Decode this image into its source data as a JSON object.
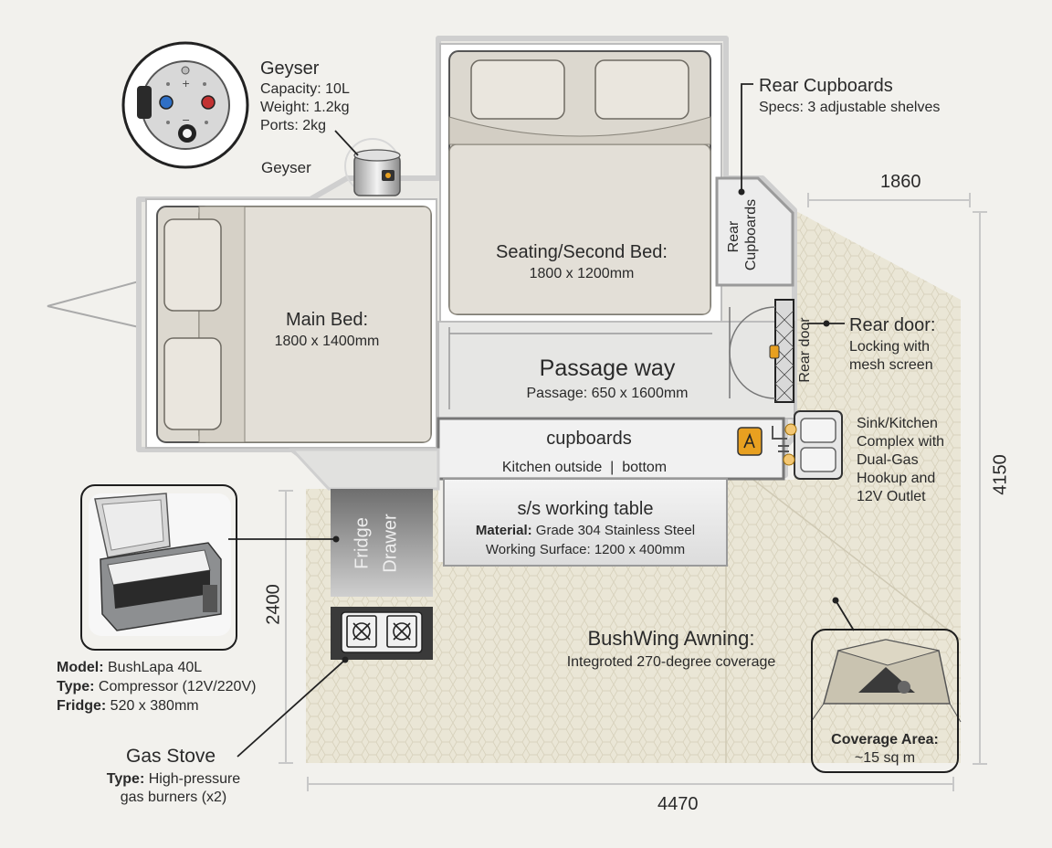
{
  "geyser": {
    "title": "Geyser",
    "specs": [
      "Capacity: 10L",
      "Weight: 1.2kg",
      "Ports: 2kg"
    ],
    "unit_label": "Geyser"
  },
  "rear_cupboards": {
    "title": "Rear Cupboards",
    "specs": "Specs: 3 adjustable shelves",
    "plan_label_1": "Rear",
    "plan_label_2": "Cupboards"
  },
  "dimensions": {
    "width_top": "1860",
    "height_right": "4150",
    "height_left": "2400",
    "width_bottom": "4470"
  },
  "main_bed": {
    "title": "Main Bed:",
    "size": "1800 x 1400mm"
  },
  "second_bed": {
    "title": "Seating/Second Bed:",
    "size": "1800 x 1200mm"
  },
  "passage": {
    "title": "Passage way",
    "size": "Passage: 650 x 1600mm"
  },
  "rear_door": {
    "plan_label": "Rear door",
    "title": "Rear door:",
    "lines": [
      "Locking with",
      "mesh screen"
    ]
  },
  "kitchen": {
    "lines": [
      "Sink/Kitchen",
      "Complex with",
      "Dual-Gas",
      "Hookup and",
      "12V Outlet"
    ]
  },
  "cupboards": {
    "title": "cupboards",
    "subtitle": "Kitchen outside  |  bottom"
  },
  "working_table": {
    "title": "s/s working table",
    "material_key": "Material:",
    "material_val": " Grade 304 Stainless Steel",
    "surface": "Working Surface: 1200 x 400mm"
  },
  "fridge_drawer": {
    "line1": "Fridge",
    "line2": "Drawer"
  },
  "fridge": {
    "model_key": "Model:",
    "model_val": " BushLapa 40L",
    "type_key": "Type:",
    "type_val": " Compressor (12V/220V)",
    "fridge_key": "Fridge:",
    "fridge_val": " 520 x 380mm"
  },
  "gas_stove": {
    "title": "Gas Stove",
    "type_key": "Type:",
    "type_val": " High-pressure",
    "line2": "gas burners (x2)"
  },
  "awning": {
    "title": "BushWing Awning:",
    "subtitle": "Integroted 270-degree coverage",
    "area_title": "Coverage Area:",
    "area_value": "~15 sq m"
  },
  "colors": {
    "background": "#f2f1ed",
    "floor": "#e9e8e4",
    "awning": "#eae6d6",
    "accent": "#e8a020",
    "wall": "#cfcfcf"
  }
}
